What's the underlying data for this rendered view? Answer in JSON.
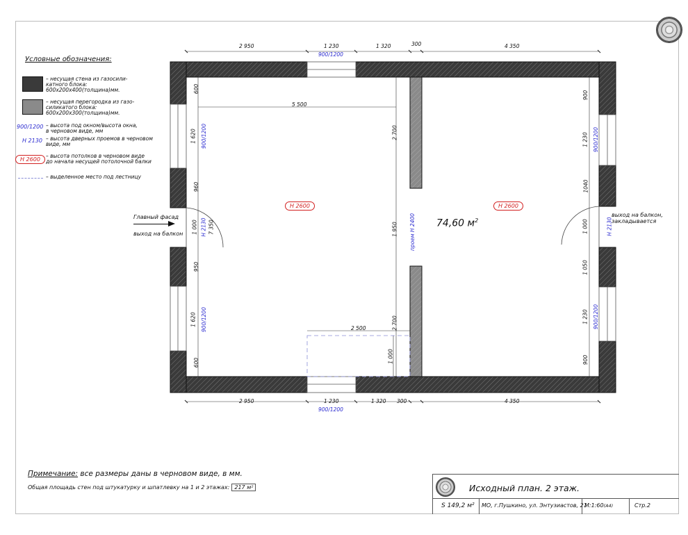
{
  "legend": {
    "title": "Условные обозначения:",
    "bearing_wall": "– несущая стена из газосили-\nкатного блока:\n600х200х400(толщина)мм.",
    "partition": "– несущая перегородка из газо-\nсиликатого блока:\n600х200х300(толщина)мм.",
    "window_code": "900/1200",
    "window_text": "– высота под окном/высота окна,\nв черновом виде, мм",
    "door_code": "H 2130",
    "door_text": "– высота дверных проемов в черновом\nвиде, мм",
    "ceiling_code": "H 2600",
    "ceiling_text": "– высота потолков в черновом виде\nдо начала несущей потолочной балки",
    "stair_text": "– выделенное место под лестницу"
  },
  "dims_top": [
    "2 950",
    "1 230",
    "1 320",
    "300",
    "4 350"
  ],
  "dims_top_window": "900/1200",
  "dims_bottom": [
    "2 950",
    "1 230",
    "1 320",
    "300",
    "4 350"
  ],
  "dims_bottom_window": "900/1200",
  "inner": {
    "width_5500": "5 500",
    "left_600_top": "600",
    "left_1620_top": "1 620",
    "left_window_top": "900/1200",
    "left_960": "960",
    "left_1000": "1 000",
    "left_door": "H 2130",
    "left_7350": "7 350",
    "left_950": "950",
    "left_1620_bot": "1 620",
    "left_window_bot": "900/1200",
    "left_600_bot": "600",
    "mid_2700_top": "2 700",
    "mid_1950": "1 950",
    "mid_opening": "проем H 2400",
    "mid_2700_bot": "2 700",
    "stair_2500": "2 500",
    "stair_1000": "1 000",
    "right_900_top": "900",
    "right_1230_top": "1 230",
    "right_window_top": "900/1200",
    "right_1040": "1040",
    "right_1000": "1 000",
    "right_door": "H 2130",
    "right_1050": "1 050",
    "right_1230_bot": "1 230",
    "right_window_bot": "900/1200",
    "right_900_bot": "900"
  },
  "ceiling_left": "H 2600",
  "ceiling_right": "H 2600",
  "area": "74,60 м",
  "area_sup": "2",
  "left_facade": "Главный фасад",
  "left_balcony": "выход на балкон",
  "right_balcony": "выход на балкон,\nзакладывается",
  "note_head": "Примечание:",
  "note_text": " все размеры даны в черновом виде, в мм.",
  "total_text": "Общая площадь стен под штукатурку и шпатлевку на 1 и 2 этажах:",
  "total_value": "217 м²",
  "stamp": {
    "title": "Исходный план. 2 этаж.",
    "s": "S 149,2 м²",
    "address": "МО, г.Пушкино, ул. Энтузиастов, 21",
    "scale": "М:1:60",
    "scale_sub": "(А4)",
    "page": "Стр.2"
  }
}
